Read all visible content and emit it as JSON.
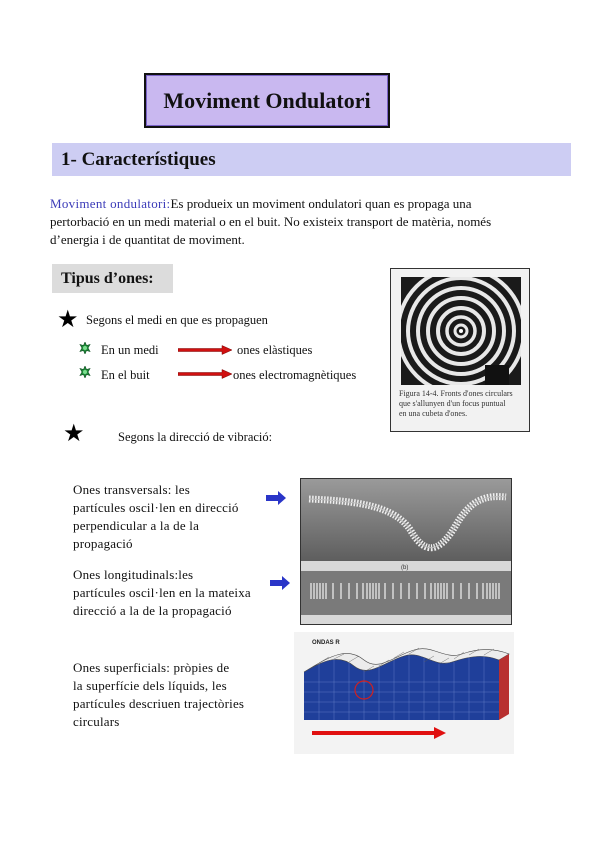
{
  "title": "Moviment Ondulatori",
  "section": {
    "heading": "1- Característiques"
  },
  "intro": {
    "term": "Moviment ondulatori:",
    "line1": "Es produeix un moviment ondulatori quan es propaga una",
    "line2": "pertorbació en un medi material o en el buit. No existeix transport de matèria, només",
    "line3": "d’energia i de quantitat de moviment."
  },
  "types": {
    "heading": "Tipus d’ones:",
    "by_medium": {
      "label": "Segons el medi en que es propaguen",
      "items": [
        {
          "left": "En un medi",
          "right": "ones elàstiques"
        },
        {
          "left": "En el buit",
          "right": "ones electromagnètiques"
        }
      ]
    },
    "by_direction": {
      "label": "Segons la direcció de vibració:"
    }
  },
  "figure_caption": {
    "line1": "Figura 14-4. Fronts d'ones circulars",
    "line2": "que s'allunyen d'un focus puntual",
    "line3": "en una cubeta d'ones."
  },
  "waves": [
    {
      "l1": "Ones transversals: les",
      "l2": "partícules oscil·len en direcció",
      "l3": "perpendicular a la de la",
      "l4": "propagació"
    },
    {
      "l1": "Ones longitudinals:les",
      "l2": "partícules oscil·len en la mateixa",
      "l3": "direcció a la de la propagació"
    },
    {
      "l1": "Ones superficials: pròpies de",
      "l2": "la superfície dels líquids, les",
      "l3": "partícules descriuen trajectòries",
      "l4": "circulars"
    }
  ],
  "spring_photo_label": "(b)",
  "surface_figure_label": "ONDAS R",
  "colors": {
    "title_bg": "#c9b8f0",
    "section_bg": "#cdcdf3",
    "term_color": "#3b3bb8",
    "arrow_red": "#d01010",
    "arrow_blue": "#2a35c8",
    "bullet_green": "#1f8a3a"
  },
  "icons": {
    "star": "black-star-icon",
    "bullet": "green-bullet-icon",
    "red_arrow": "red-arrow-right-icon",
    "blue_arrow": "blue-arrow-right-icon"
  }
}
